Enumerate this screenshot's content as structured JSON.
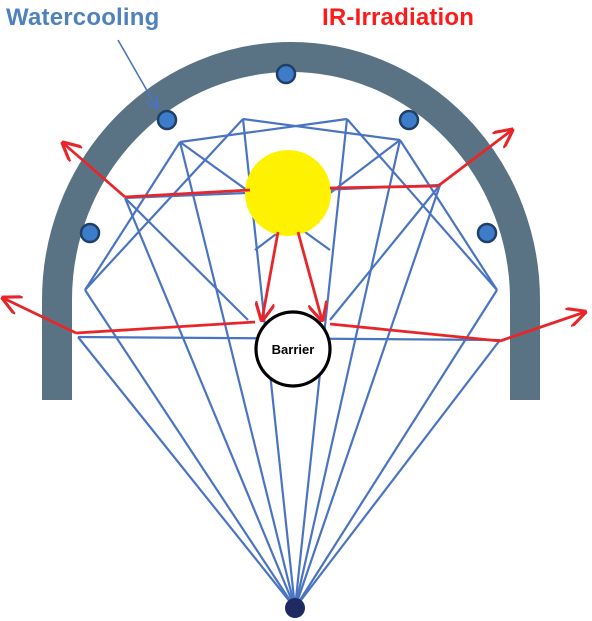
{
  "labels": {
    "watercooling": "Watercooling",
    "ir_irradiation": "IR-Irradiation",
    "barrier": "Barrier"
  },
  "colors": {
    "watercooling_text": "#4f81bd",
    "ir_text": "#ff1a1a",
    "reflector": "#5a7384",
    "cooling_channel_fill": "#3d7cc9",
    "cooling_channel_stroke": "#1f3f66",
    "ray_blue": "#4a74c2",
    "ray_red": "#e8262a",
    "lamp": "#fff200",
    "focus_point": "#1f2a60",
    "barrier_outline": "#000000"
  }
}
